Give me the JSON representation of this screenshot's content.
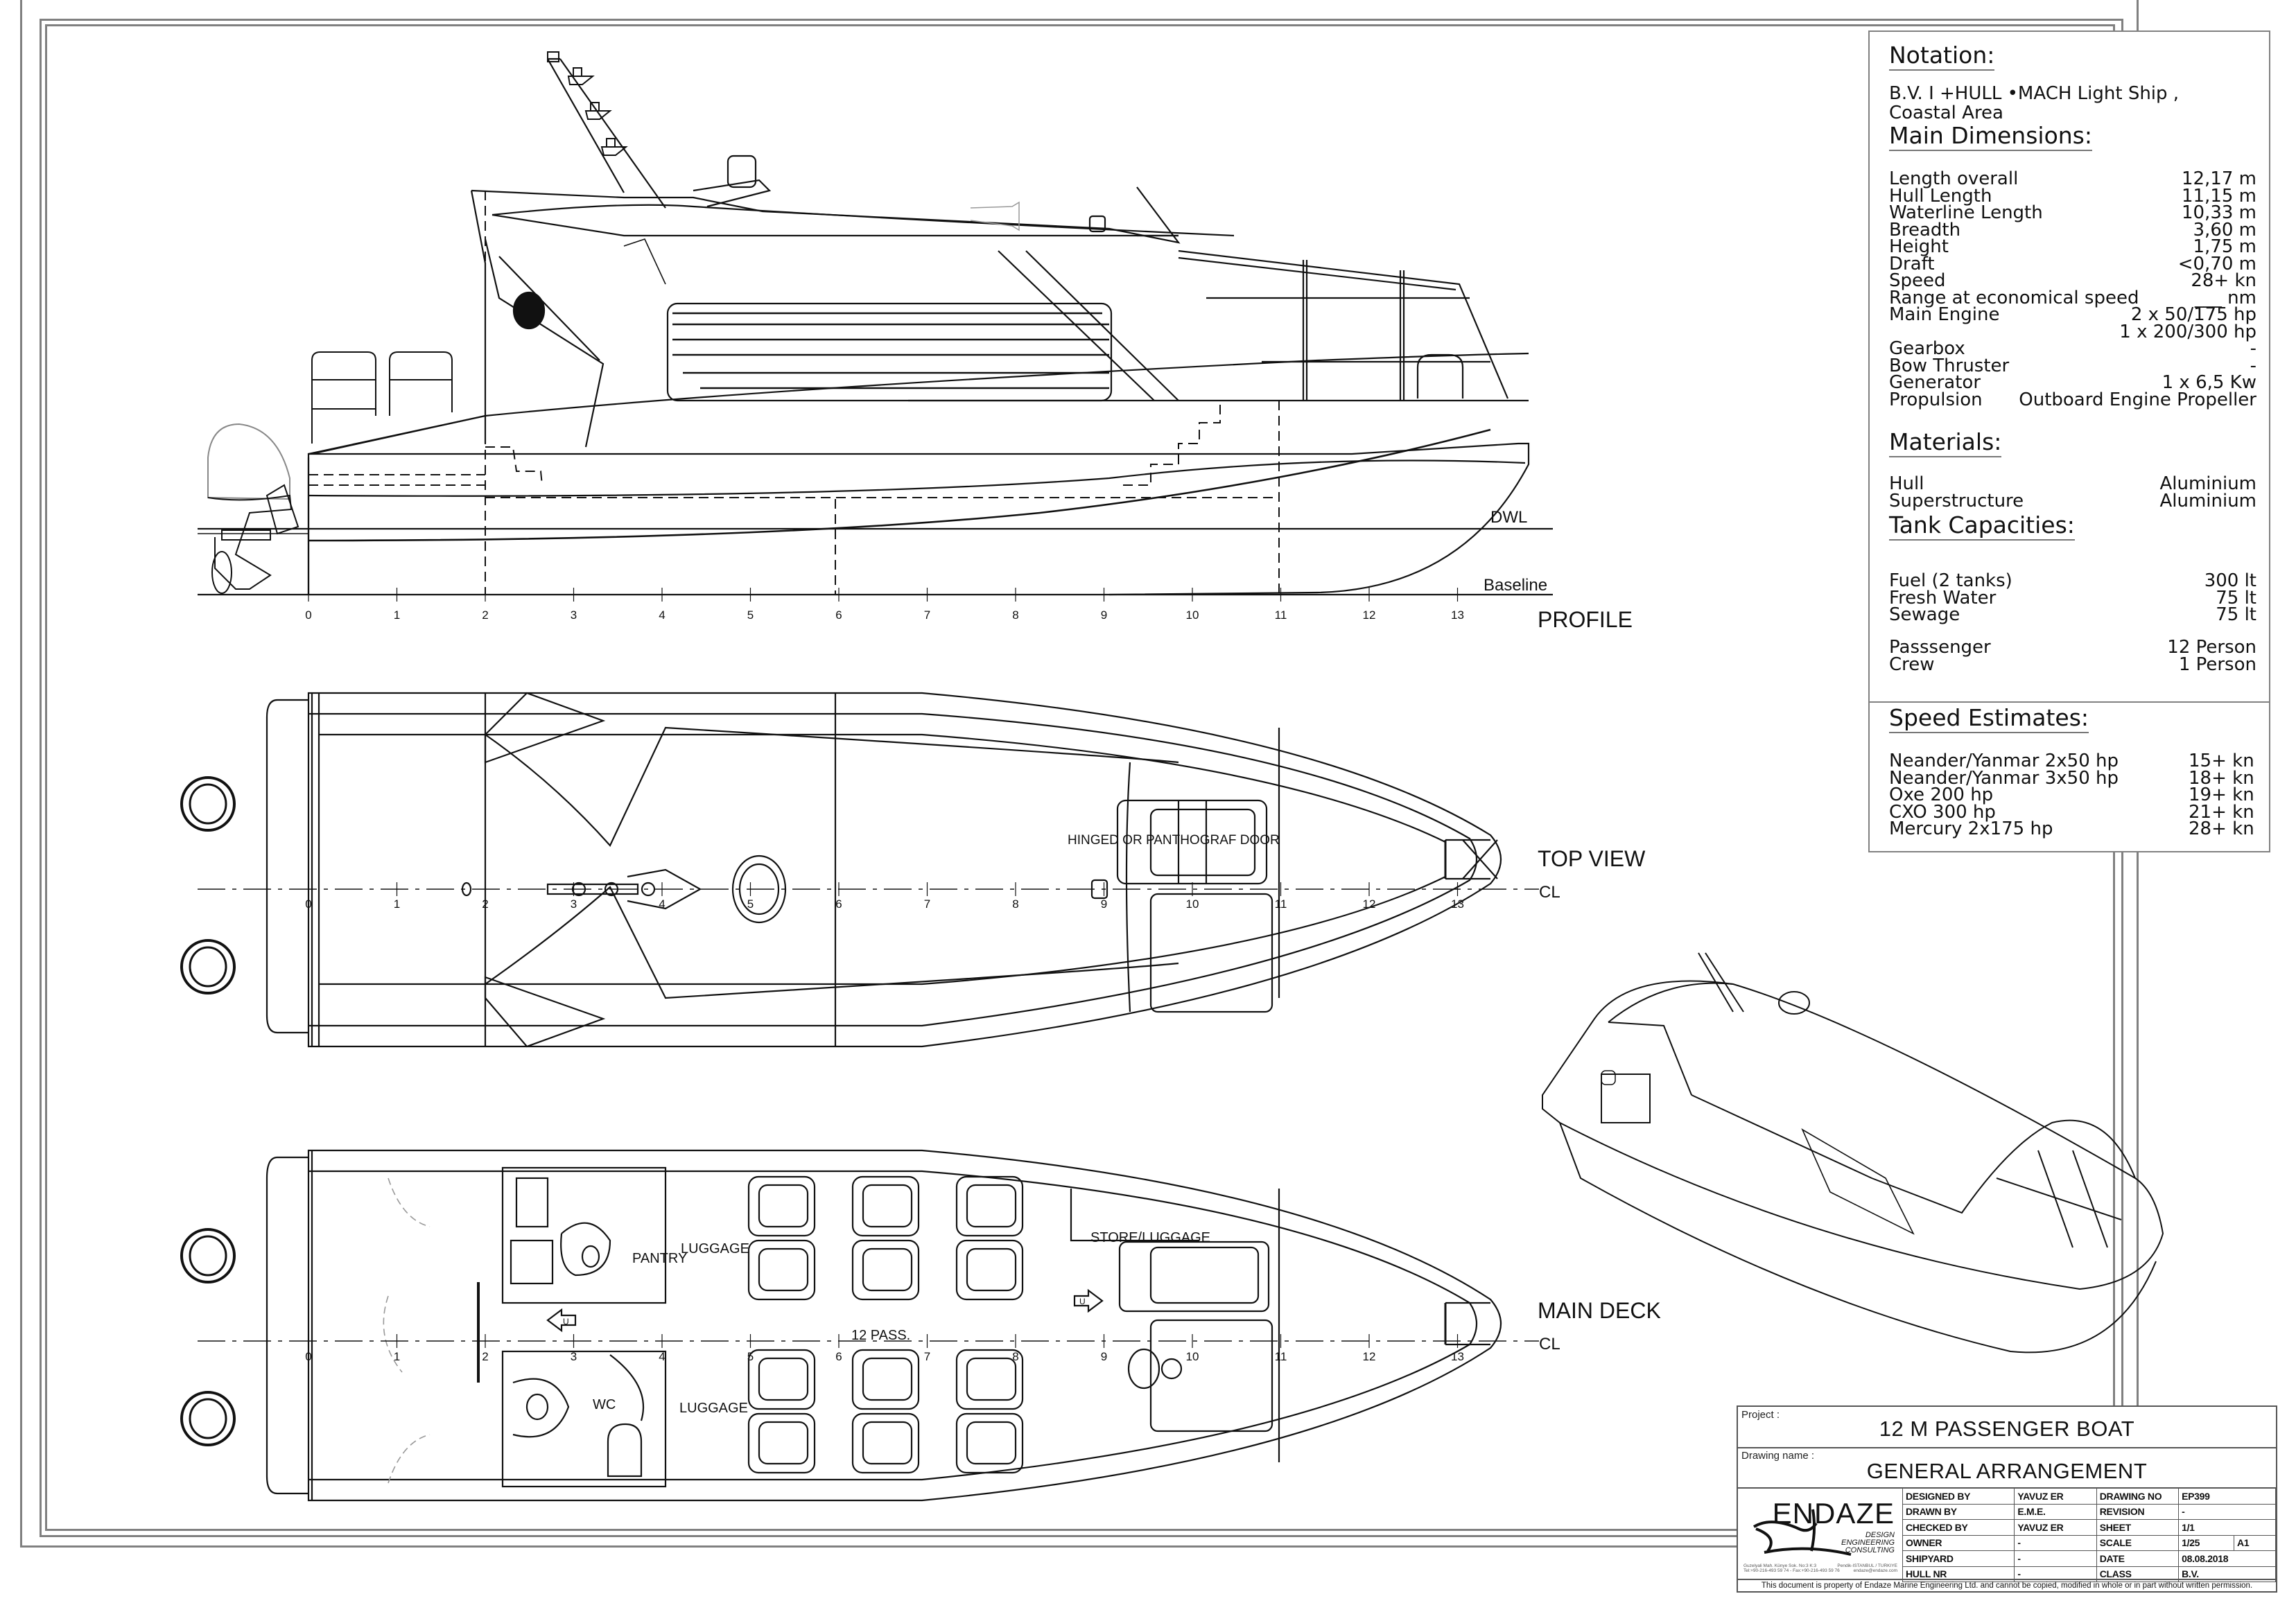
{
  "views": {
    "profile": "PROFILE",
    "top_view": "TOP VIEW",
    "main_deck": "MAIN DECK",
    "centerline": "CL",
    "dwl": "DWL",
    "baseline": "Baseline",
    "frame_numbers": [
      "0",
      "1",
      "2",
      "3",
      "4",
      "5",
      "6",
      "7",
      "8",
      "9",
      "10",
      "11",
      "12",
      "13"
    ]
  },
  "annotations": {
    "hinged_door": "HINGED OR PANTHOGRAF DOOR",
    "pantry": "PANTRY",
    "wc": "WC",
    "luggage": "LUGGAGE",
    "store_luggage": "STORE/LUGGAGE",
    "passengers": "12 PASS.",
    "arrow_up": "U"
  },
  "specs": {
    "notation": {
      "title": "Notation:",
      "line1": "B.V. I +HULL •MACH Light Ship ,",
      "line2": "Coastal Area"
    },
    "main_dimensions": {
      "title": "Main Dimensions:",
      "rows": [
        {
          "label": "Length overall",
          "value": "12,17 m"
        },
        {
          "label": "Hull Length",
          "value": "11,15 m"
        },
        {
          "label": "Waterline Length",
          "value": "10,33 m"
        },
        {
          "label": "Breadth",
          "value": "3,60 m"
        },
        {
          "label": "Height",
          "value": "1,75 m"
        },
        {
          "label": "Draft",
          "value": "<0,70 m"
        },
        {
          "label": "Speed",
          "value": "28+ kn"
        },
        {
          "label": "Range at economical speed",
          "value": "___ nm"
        },
        {
          "label": "Main Engine",
          "value": "2 x 50/175 hp"
        },
        {
          "label": "",
          "value": "1 x 200/300 hp"
        },
        {
          "label": "Gearbox",
          "value": "-"
        },
        {
          "label": "Bow Thruster",
          "value": "-"
        },
        {
          "label": "Generator",
          "value": "1 x 6,5 Kw"
        },
        {
          "label": "Propulsion",
          "value": "Outboard Engine Propeller"
        }
      ]
    },
    "materials": {
      "title": "Materials:",
      "rows": [
        {
          "label": "Hull",
          "value": "Aluminium"
        },
        {
          "label": "Superstructure",
          "value": "Aluminium"
        }
      ]
    },
    "tank_capacities": {
      "title": "Tank Capacities:",
      "rows": [
        {
          "label": "Fuel (2 tanks)",
          "value": "300 lt"
        },
        {
          "label": "Fresh Water",
          "value": "75 lt"
        },
        {
          "label": "Sewage",
          "value": "75 lt"
        }
      ],
      "crew_rows": [
        {
          "label": "Passsenger",
          "value": "12 Person"
        },
        {
          "label": "Crew",
          "value": "1 Person"
        }
      ]
    },
    "speed_estimates": {
      "title": "Speed Estimates:",
      "rows": [
        {
          "label": "Neander/Yanmar 2x50 hp",
          "value": "15+ kn"
        },
        {
          "label": "Neander/Yanmar 3x50 hp",
          "value": "18+ kn"
        },
        {
          "label": "Oxe 200 hp",
          "value": "19+ kn"
        },
        {
          "label": "CXO 300 hp",
          "value": "21+ kn"
        },
        {
          "label": "Mercury 2x175 hp",
          "value": "28+ kn"
        }
      ]
    }
  },
  "title_block": {
    "project_label": "Project :",
    "project": "12 M PASSENGER BOAT",
    "drawing_name_label": "Drawing name :",
    "drawing_name": "GENERAL ARRANGEMENT",
    "company": "ENDAZE",
    "tagline": [
      "DESIGN",
      "ENGINEERING",
      "CONSULTING"
    ],
    "address1": "Guzelyali Mah. Künye Sok. No:3 K:3",
    "address2": "Tel:+90-216-493 59 74 - Fax:+90-216-493 59 76",
    "city": "Pendik-ISTANBUL / TURKIYE",
    "email": "endaze@endaze.com",
    "table": [
      {
        "k1": "DESIGNED BY",
        "v1": "YAVUZ ER",
        "k2": "DRAWING NO",
        "v2": "EP399"
      },
      {
        "k1": "DRAWN BY",
        "v1": "E.M.E.",
        "k2": "REVISION",
        "v2": "-"
      },
      {
        "k1": "CHECKED BY",
        "v1": "YAVUZ ER",
        "k2": "SHEET",
        "v2": "1/1"
      },
      {
        "k1": "OWNER",
        "v1": "-",
        "k2": "SCALE",
        "v2": "1/25",
        "v3": "A1"
      },
      {
        "k1": "SHIPYARD",
        "v1": "-",
        "k2": "DATE",
        "v2": "08.08.2018"
      },
      {
        "k1": "HULL NR",
        "v1": "-",
        "k2": "CLASS",
        "v2": "B.V."
      }
    ],
    "footer": "This document is property of  Endaze Marine Engineering Ltd. and cannot be copied, modified in whole or in part without written permission."
  }
}
